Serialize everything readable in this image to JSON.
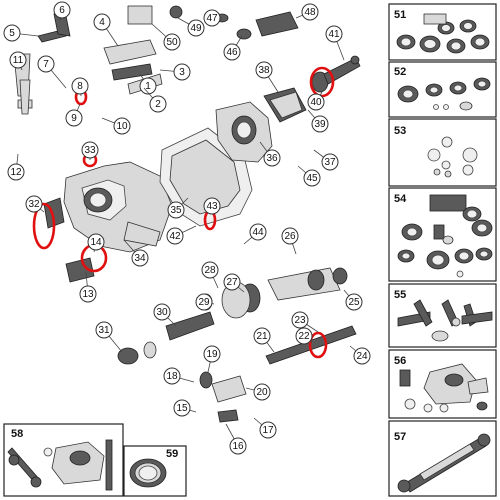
{
  "callouts": [
    "1",
    "2",
    "3",
    "4",
    "5",
    "6",
    "7",
    "8",
    "9",
    "10",
    "11",
    "12",
    "13",
    "14",
    "15",
    "16",
    "17",
    "18",
    "19",
    "20",
    "21",
    "22",
    "23",
    "24",
    "25",
    "26",
    "27",
    "28",
    "29",
    "30",
    "31",
    "32",
    "33",
    "34",
    "35",
    "36",
    "37",
    "38",
    "39",
    "40",
    "41",
    "42",
    "43",
    "44",
    "45",
    "46",
    "47",
    "48",
    "49",
    "50"
  ],
  "kits": [
    "51",
    "52",
    "53",
    "54",
    "55",
    "56",
    "57",
    "58",
    "59"
  ],
  "colors": {
    "highlight": "#e01010",
    "line": "#333333",
    "part": "#d9d9d9",
    "part_dark": "#5a5a5a"
  }
}
